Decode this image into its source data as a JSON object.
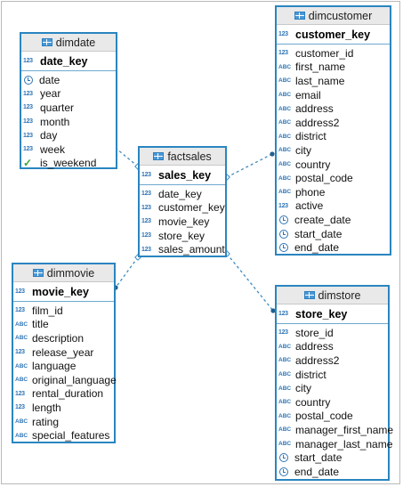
{
  "tables": {
    "dimdate": {
      "name": "dimdate",
      "key": {
        "icon": "123",
        "label": "date_key"
      },
      "columns": [
        {
          "icon": "clock-icon",
          "label": "date"
        },
        {
          "icon": "123",
          "label": "year"
        },
        {
          "icon": "123",
          "label": "quarter"
        },
        {
          "icon": "123",
          "label": "month"
        },
        {
          "icon": "123",
          "label": "day"
        },
        {
          "icon": "123",
          "label": "week"
        },
        {
          "icon": "check-icon",
          "label": "is_weekend"
        }
      ]
    },
    "dimcustomer": {
      "name": "dimcustomer",
      "key": {
        "icon": "123",
        "label": "customer_key"
      },
      "columns": [
        {
          "icon": "123",
          "label": "customer_id"
        },
        {
          "icon": "ABC",
          "label": "first_name"
        },
        {
          "icon": "ABC",
          "label": "last_name"
        },
        {
          "icon": "ABC",
          "label": "email"
        },
        {
          "icon": "ABC",
          "label": "address"
        },
        {
          "icon": "ABC",
          "label": "address2"
        },
        {
          "icon": "ABC",
          "label": "district"
        },
        {
          "icon": "ABC",
          "label": "city"
        },
        {
          "icon": "ABC",
          "label": "country"
        },
        {
          "icon": "ABC",
          "label": "postal_code"
        },
        {
          "icon": "ABC",
          "label": "phone"
        },
        {
          "icon": "123",
          "label": "active"
        },
        {
          "icon": "clock-icon",
          "label": "create_date"
        },
        {
          "icon": "clock-icon",
          "label": "start_date"
        },
        {
          "icon": "clock-icon",
          "label": "end_date"
        }
      ]
    },
    "factsales": {
      "name": "factsales",
      "key": {
        "icon": "123",
        "label": "sales_key"
      },
      "columns": [
        {
          "icon": "123",
          "label": "date_key"
        },
        {
          "icon": "123",
          "label": "customer_key"
        },
        {
          "icon": "123",
          "label": "movie_key"
        },
        {
          "icon": "123",
          "label": "store_key"
        },
        {
          "icon": "123",
          "label": "sales_amount"
        }
      ]
    },
    "dimmovie": {
      "name": "dimmovie",
      "key": {
        "icon": "123",
        "label": "movie_key"
      },
      "columns": [
        {
          "icon": "123",
          "label": "film_id"
        },
        {
          "icon": "ABC",
          "label": "title"
        },
        {
          "icon": "ABC",
          "label": "description"
        },
        {
          "icon": "123",
          "label": "release_year"
        },
        {
          "icon": "ABC",
          "label": "language"
        },
        {
          "icon": "ABC",
          "label": "original_language"
        },
        {
          "icon": "123",
          "label": "rental_duration"
        },
        {
          "icon": "123",
          "label": "length"
        },
        {
          "icon": "ABC",
          "label": "rating"
        },
        {
          "icon": "ABC",
          "label": "special_features"
        }
      ]
    },
    "dimstore": {
      "name": "dimstore",
      "key": {
        "icon": "123",
        "label": "store_key"
      },
      "columns": [
        {
          "icon": "123",
          "label": "store_id"
        },
        {
          "icon": "ABC",
          "label": "address"
        },
        {
          "icon": "ABC",
          "label": "address2"
        },
        {
          "icon": "ABC",
          "label": "district"
        },
        {
          "icon": "ABC",
          "label": "city"
        },
        {
          "icon": "ABC",
          "label": "country"
        },
        {
          "icon": "ABC",
          "label": "postal_code"
        },
        {
          "icon": "ABC",
          "label": "manager_first_name"
        },
        {
          "icon": "ABC",
          "label": "manager_last_name"
        },
        {
          "icon": "clock-icon",
          "label": "start_date"
        },
        {
          "icon": "clock-icon",
          "label": "end_date"
        }
      ]
    }
  },
  "relationships": [
    {
      "from": "factsales",
      "to": "dimdate"
    },
    {
      "from": "factsales",
      "to": "dimcustomer"
    },
    {
      "from": "factsales",
      "to": "dimmovie"
    },
    {
      "from": "factsales",
      "to": "dimstore"
    }
  ],
  "colors": {
    "table_border": "#2a85c0",
    "header_bg": "#e9e9e9",
    "type_icon": "#2e74b5",
    "link_line": "#3d8bc0"
  }
}
